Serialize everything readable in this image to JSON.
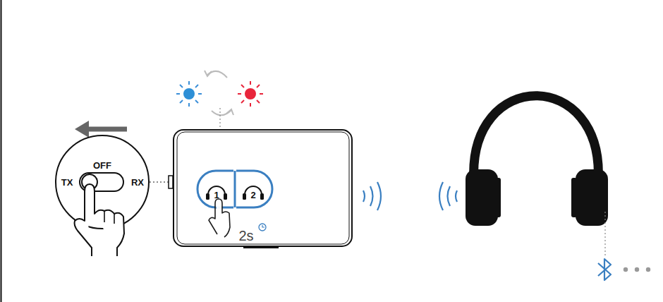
{
  "diagram": {
    "nodes": [
      {
        "text": [
          "TX",
          "OFF",
          "RX"
        ]
      },
      {
        "text": [
          "2s"
        ]
      },
      {
        "text": [
          "1"
        ],
        "in": 1
      },
      {
        "text": [
          "2"
        ],
        "in": 1
      }
    ],
    "edges": [
      {
        "from": 0,
        "to": 1,
        "arrow": "none"
      }
    ]
  }
}
